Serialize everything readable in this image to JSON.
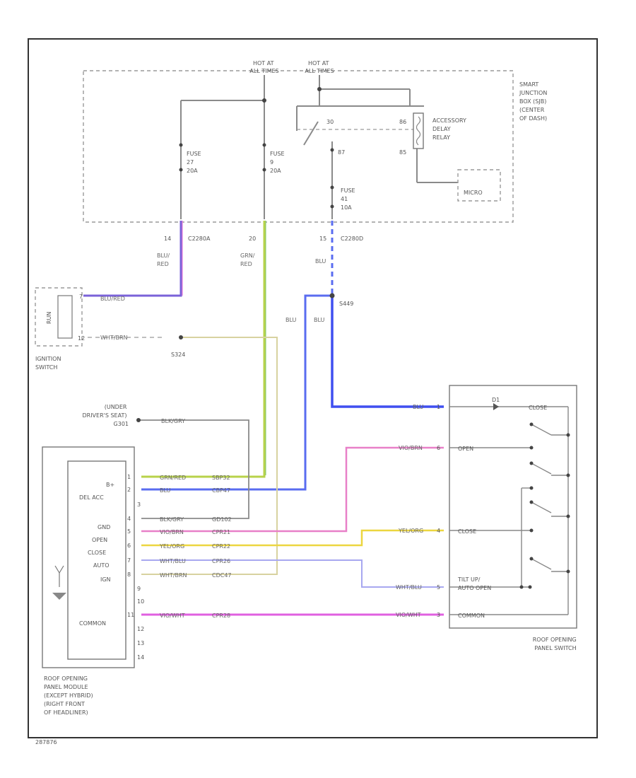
{
  "power": {
    "hot_alt": [
      "HOT AT",
      "ALL TIMES"
    ],
    "hot_run": [
      "HOT AT",
      "ALL TIMES"
    ]
  },
  "sjb": {
    "label": [
      "SMART",
      "JUNCTION",
      "BOX (SJB)",
      "(CENTER",
      "OF DASH)"
    ]
  },
  "relay": {
    "label": [
      "ACCESSORY",
      "DELAY",
      "RELAY"
    ],
    "pins": {
      "p30": "30",
      "p86": "86",
      "p87": "87",
      "p85": "85"
    },
    "micro": "MICRO"
  },
  "fuses": [
    {
      "label": [
        "FUSE",
        "27",
        "20A"
      ],
      "pin": "14",
      "connector": "C2280A",
      "wire": [
        "BLU/",
        "RED"
      ]
    },
    {
      "label": [
        "FUSE",
        "9",
        "20A"
      ],
      "pin": "20",
      "connector": "",
      "wire": [
        "GRN/",
        "RED"
      ]
    },
    {
      "label": [
        "FUSE",
        "41",
        "10A"
      ],
      "pin": "15",
      "connector": "C2280D",
      "wire": [
        "BLU"
      ]
    }
  ],
  "splice": {
    "name": "S449",
    "wire_left": "BLU",
    "wire_right": "BLU"
  },
  "ignition": {
    "label": [
      "IGNITION",
      "SWITCH"
    ],
    "run": "RUN",
    "pin_top": "7",
    "pin_bot": "12",
    "wire_top": "BLU/RED",
    "wire_bot": "WHT/BRN",
    "splice": "S324"
  },
  "ground": {
    "label": [
      "(UNDER",
      "DRIVER'S SEAT)",
      "G301"
    ],
    "wire": "BLK/GRY"
  },
  "module": {
    "label": [
      "ROOF OPENING",
      "PANEL MODULE",
      "(EXCEPT HYBRID)",
      "(RIGHT FRONT",
      "OF HEADLINER)"
    ],
    "inner": {
      "bplus": "B+",
      "delacc": "DEL ACC",
      "gnd": "GND",
      "open": "OPEN",
      "close": "CLOSE",
      "auto": "AUTO",
      "ign": "IGN",
      "common": "COMMON"
    },
    "pins": [
      "1",
      "2",
      "3",
      "4",
      "5",
      "6",
      "7",
      "8",
      "9",
      "10",
      "11",
      "12",
      "13",
      "14"
    ]
  },
  "wires": {
    "w1": {
      "color": "GRN/RED",
      "circuit": "SBP32"
    },
    "w2": {
      "color": "BLU",
      "circuit": "CBP47"
    },
    "w4": {
      "color": "BLK/GRY",
      "circuit": "GD102"
    },
    "w5": {
      "color": "VIO/BRN",
      "circuit": "CPR21"
    },
    "w6": {
      "color": "YEL/ORG",
      "circuit": "CPR22"
    },
    "w7": {
      "color": "WHT/BLU",
      "circuit": "CPR26"
    },
    "w8": {
      "color": "WHT/BRN",
      "circuit": "CDC47"
    },
    "w11": {
      "color": "VIO/WHT",
      "circuit": "CPR28"
    }
  },
  "switch": {
    "label": [
      "ROOF OPENING",
      "PANEL SWITCH"
    ],
    "pins": [
      "1",
      "6",
      "4",
      "5",
      "3"
    ],
    "wires": [
      "BLU",
      "VIO/BRN",
      "YEL/ORG",
      "WHT/BLU",
      "VIO/WHT"
    ],
    "inner": {
      "open": "OPEN",
      "close": "CLOSE",
      "tiltup1": "TILT UP/",
      "tiltup2": "AUTO OPEN",
      "common": "COMMON",
      "lamp": "CLOSE",
      "d": "D1"
    }
  },
  "code": "287876"
}
